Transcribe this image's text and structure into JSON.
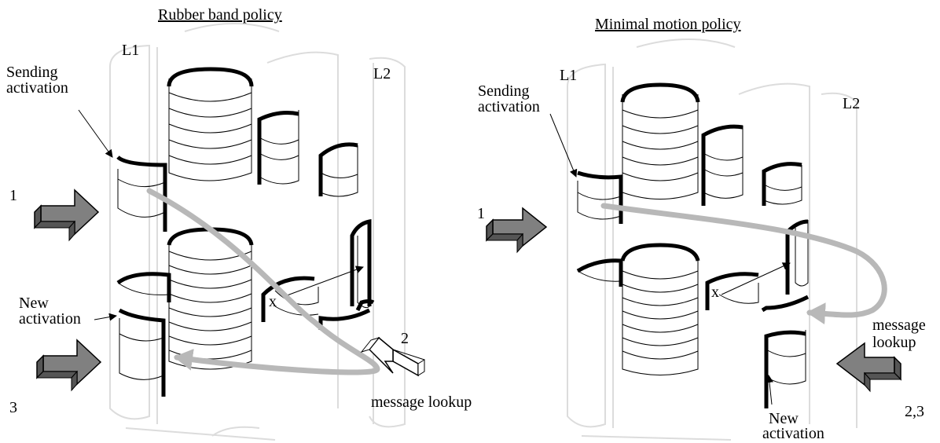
{
  "left": {
    "title": "Rubber band policy",
    "l1": "L1",
    "l2": "L2",
    "sending_line1": "Sending",
    "sending_line2": "activation",
    "new_line1": "New",
    "new_line2": "activation",
    "step1": "1",
    "step2": "2",
    "step3": "3",
    "x_mark": "x",
    "message_lookup": "message lookup"
  },
  "right": {
    "title": "Minimal motion policy",
    "l1": "L1",
    "l2": "L2",
    "sending_line1": "Sending",
    "sending_line2": "activation",
    "new_line1": "New",
    "new_line2": "activation",
    "step1": "1",
    "step23": "2,3",
    "x_mark": "x",
    "message_line1": "message",
    "message_line2": "lookup"
  },
  "colors": {
    "arrow_fill": "#808080",
    "lookup_path": "#b8b8b8",
    "ghost_outline": "#dcdcdc"
  }
}
